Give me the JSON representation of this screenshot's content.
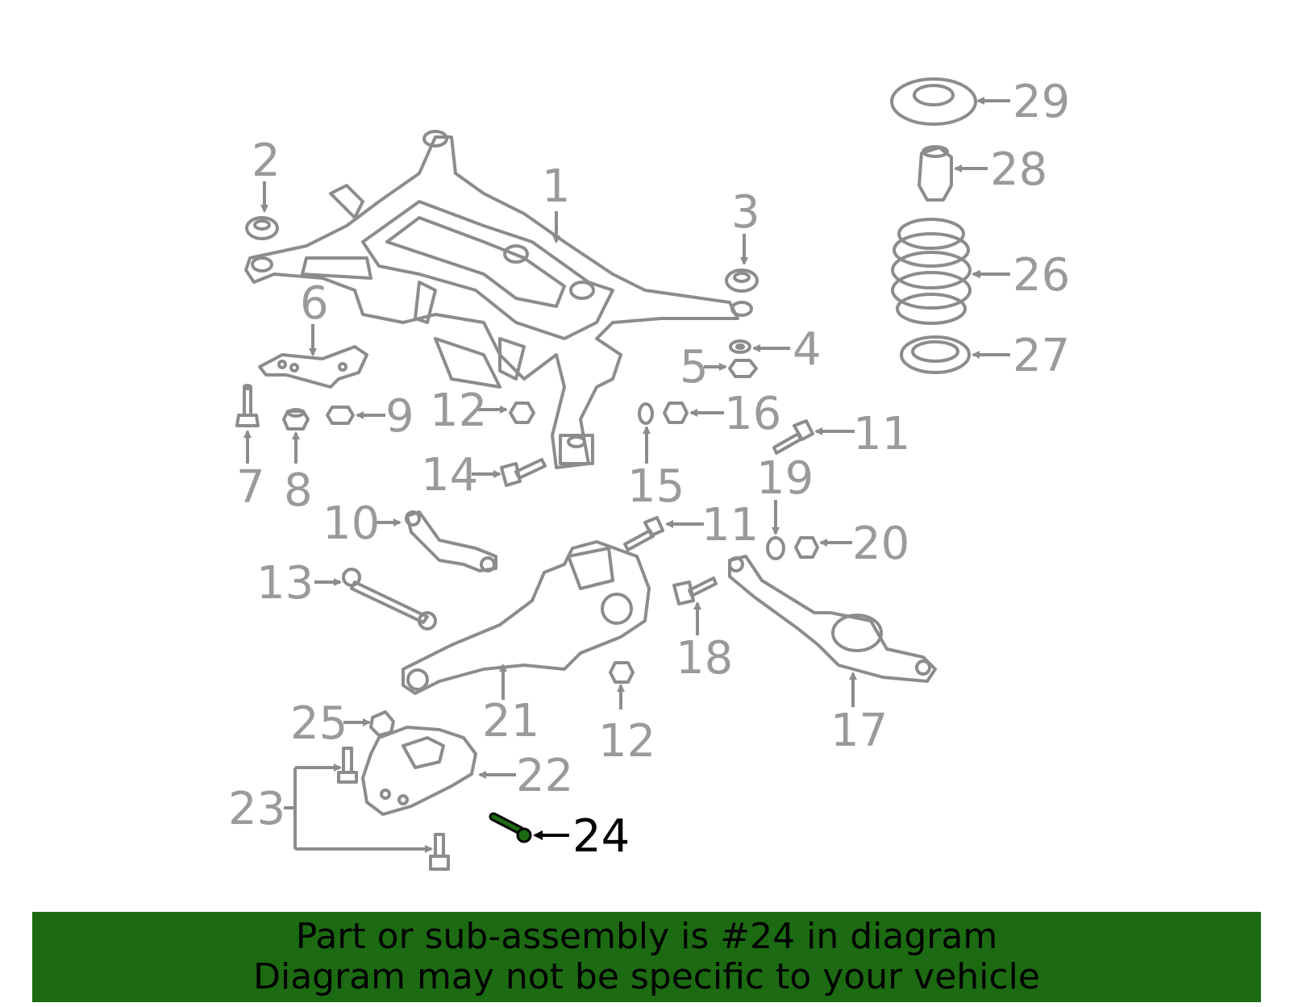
{
  "diagram": {
    "highlight_part": "24",
    "highlight_color": "#1c6b12",
    "line_color": "#8c8c8c",
    "labels": {
      "l1": "1",
      "l2": "2",
      "l3": "3",
      "l4": "4",
      "l5": "5",
      "l6": "6",
      "l7": "7",
      "l8": "8",
      "l9": "9",
      "l10": "10",
      "l11a": "11",
      "l11b": "11",
      "l12a": "12",
      "l12b": "12",
      "l13": "13",
      "l14": "14",
      "l15": "15",
      "l16": "16",
      "l17": "17",
      "l18": "18",
      "l19": "19",
      "l20": "20",
      "l21": "21",
      "l22": "22",
      "l23": "23",
      "l24": "24",
      "l25": "25",
      "l26": "26",
      "l27": "27",
      "l28": "28",
      "l29": "29"
    }
  },
  "banner": {
    "line1": "Part or sub-assembly is #24 in diagram",
    "line2": "Diagram may not be specific to your vehicle",
    "background": "#1c6b12"
  }
}
